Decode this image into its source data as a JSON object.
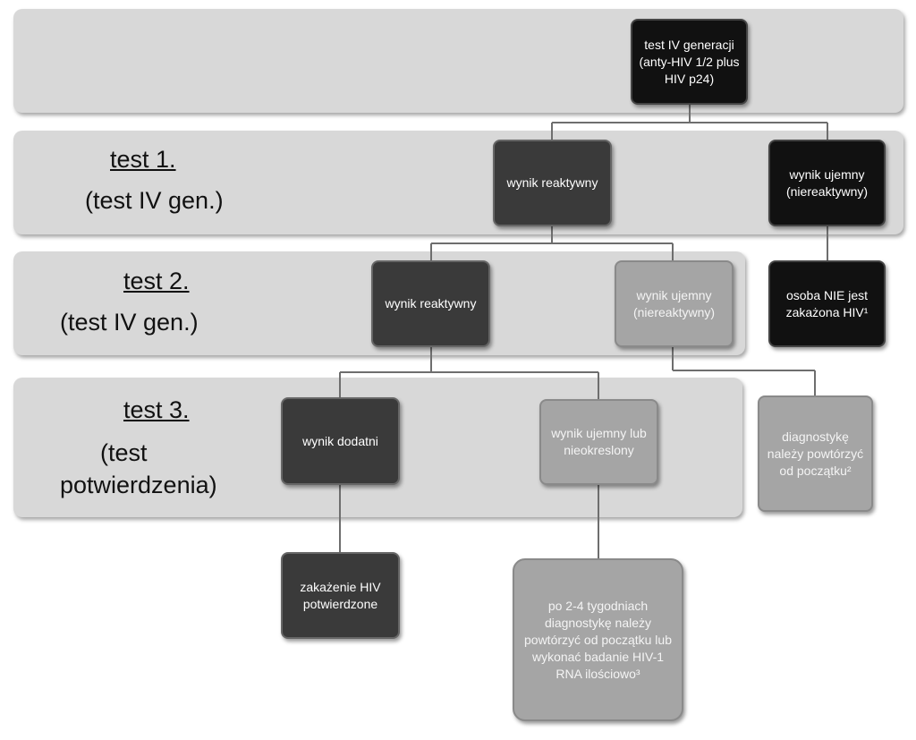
{
  "rows": [
    {
      "title": "",
      "subtitle": ""
    },
    {
      "title": "test 1.",
      "subtitle": "(test IV gen.)"
    },
    {
      "title": "test 2.",
      "subtitle": "(test IV gen.)"
    },
    {
      "title": "test 3.",
      "subtitle_line1": "(test",
      "subtitle_line2": "potwierdzenia)"
    }
  ],
  "nodes": {
    "start": "test IV generacji (anty-HIV 1/2 plus HIV p24)",
    "t1_reactive": "wynik reaktywny",
    "t1_negative": "wynik ujemny (niereaktywny)",
    "not_infected": "osoba NIE jest zakażona HIV¹",
    "t2_reactive": "wynik reaktywny",
    "t2_negative": "wynik ujemny (niereaktywny)",
    "repeat_diag": "diagnostykę należy powtórzyć od początku²",
    "t3_positive": "wynik dodatni",
    "t3_negative": "wynik ujemny lub nieokreslony",
    "hiv_confirmed": "zakażenie HIV potwierdzone",
    "retest": "po 2-4 tygodniach diagnostykę należy powtórzyć od początku lub wykonać badanie HIV-1 RNA ilościowo³"
  },
  "colors": {
    "band": "#d8d8d8",
    "dark": "#3a3a3a",
    "black": "#111111",
    "light": "#a5a5a5",
    "connector": "#6e6e6e"
  }
}
